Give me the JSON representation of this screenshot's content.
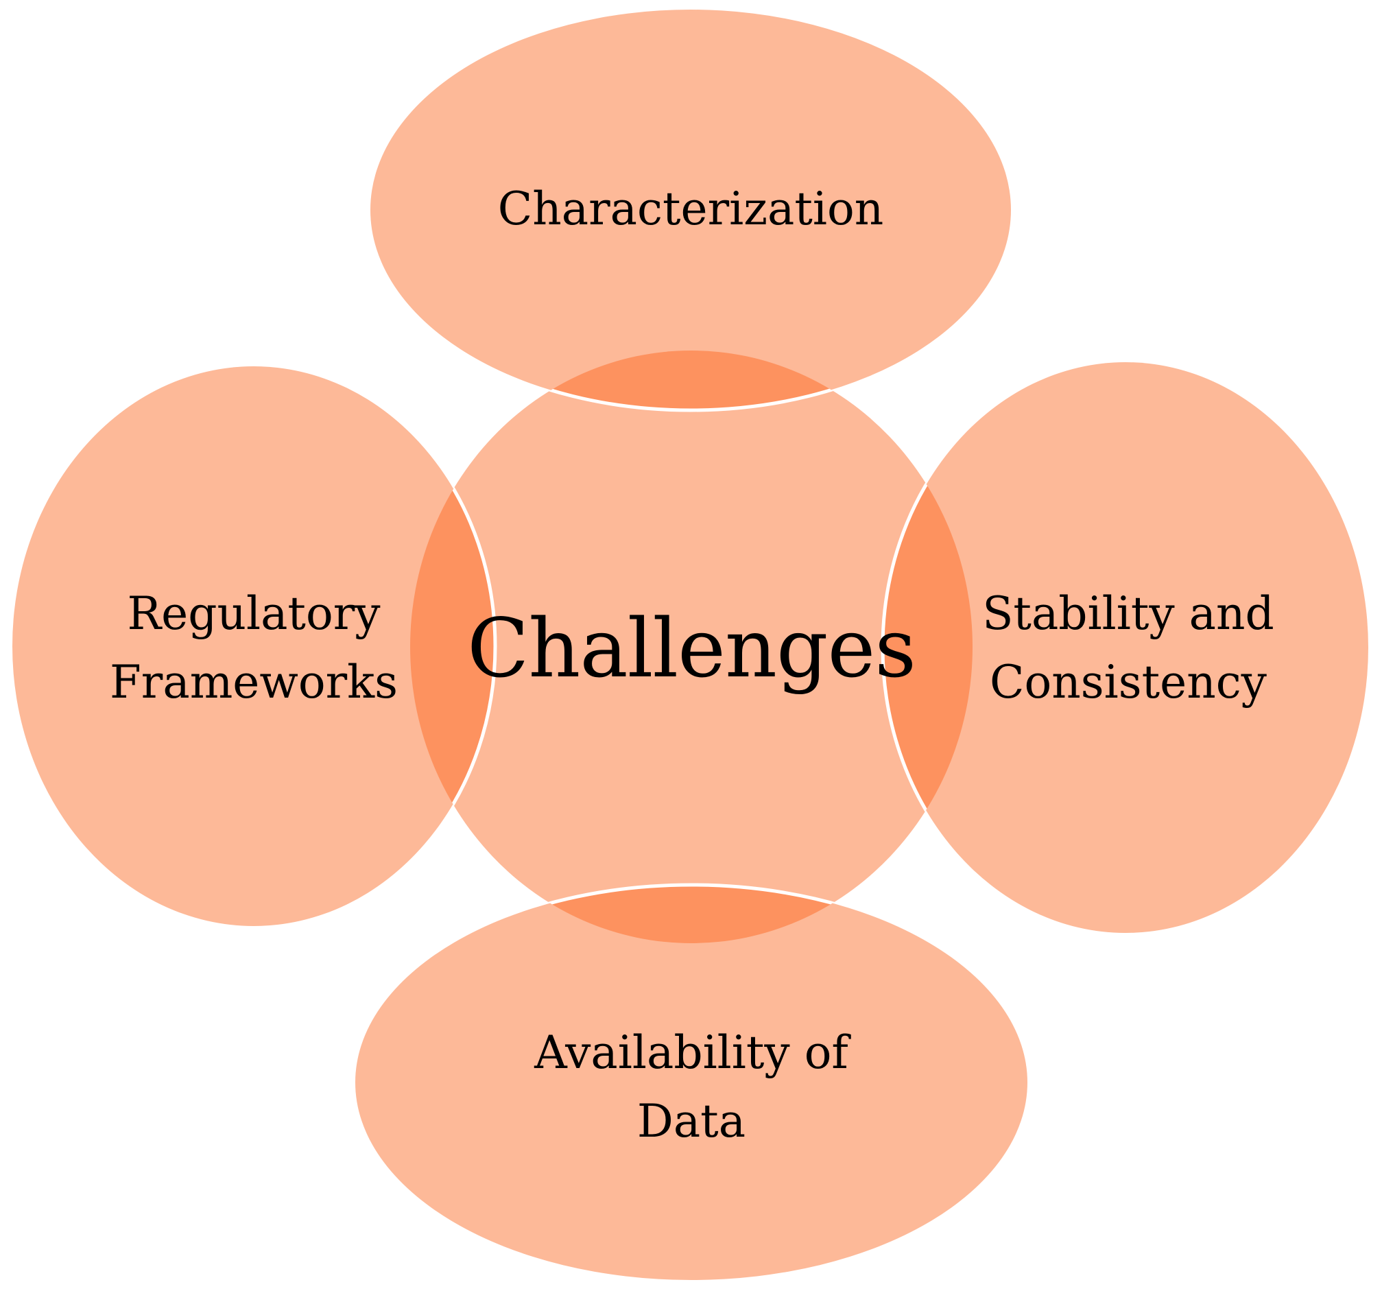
{
  "diagram": {
    "type": "venn-petal",
    "colors": {
      "fill": "#FDB998",
      "overlap": "#FD925F",
      "stroke": "#FFFFFF",
      "text": "#000000",
      "background": "#FFFFFF"
    },
    "center": {
      "label": "Challenges"
    },
    "petals": {
      "top": {
        "lines": [
          "Characterization"
        ]
      },
      "left": {
        "lines": [
          "Regulatory",
          "Frameworks"
        ]
      },
      "right": {
        "lines": [
          "Stability and",
          "Consistency"
        ]
      },
      "bottom": {
        "lines": [
          "Availability of",
          "Data"
        ]
      }
    }
  }
}
